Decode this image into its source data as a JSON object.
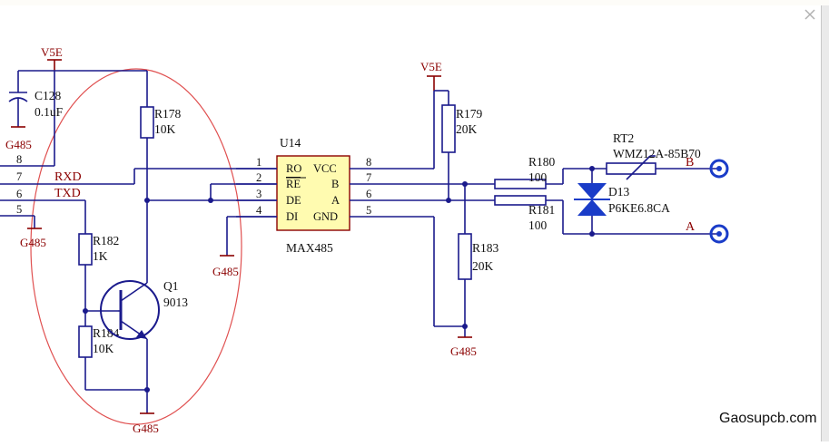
{
  "window": {
    "close_label": "×"
  },
  "watermark": "Gaosupcb.com",
  "colors": {
    "wire": "#1a1a8c",
    "power": "#8b0000",
    "ic_fill": "#fffbb0",
    "highlight_ellipse": "#e05050",
    "connector": "#1a3cc8"
  },
  "schematic": {
    "power_top_left": "V5E",
    "power_top_mid": "V5E",
    "gnd_labels": [
      "G485",
      "G485",
      "G485",
      "G485",
      "G485"
    ],
    "c128": {
      "ref": "C128",
      "value": "0.1uF"
    },
    "r178": {
      "ref": "R178",
      "value": "10K"
    },
    "r182": {
      "ref": "R182",
      "value": "1K"
    },
    "r184": {
      "ref": "R184",
      "value": "10K"
    },
    "q1": {
      "ref": "Q1",
      "value": "9013"
    },
    "r179": {
      "ref": "R179",
      "value": "20K"
    },
    "r183": {
      "ref": "R183",
      "value": "20K"
    },
    "r180": {
      "ref": "R180",
      "value": "100"
    },
    "r181": {
      "ref": "R181",
      "value": "100"
    },
    "rt2": {
      "ref": "RT2",
      "value": "WMZ12A-85B70"
    },
    "d13": {
      "ref": "D13",
      "value": "P6KE6.8CA"
    },
    "u14": {
      "ref": "U14",
      "part": "MAX485",
      "left_pins": [
        {
          "num": "1",
          "name": "RO"
        },
        {
          "num": "2",
          "name": "RE"
        },
        {
          "num": "3",
          "name": "DE"
        },
        {
          "num": "4",
          "name": "DI"
        }
      ],
      "right_pins": [
        {
          "num": "8",
          "name": "VCC"
        },
        {
          "num": "7",
          "name": "B"
        },
        {
          "num": "6",
          "name": "A"
        },
        {
          "num": "5",
          "name": "GND"
        }
      ]
    },
    "header_pins": [
      "8",
      "7",
      "6",
      "5"
    ],
    "net_rxd": "RXD",
    "net_txd": "TXD",
    "out_b": "B",
    "out_a": "A"
  }
}
